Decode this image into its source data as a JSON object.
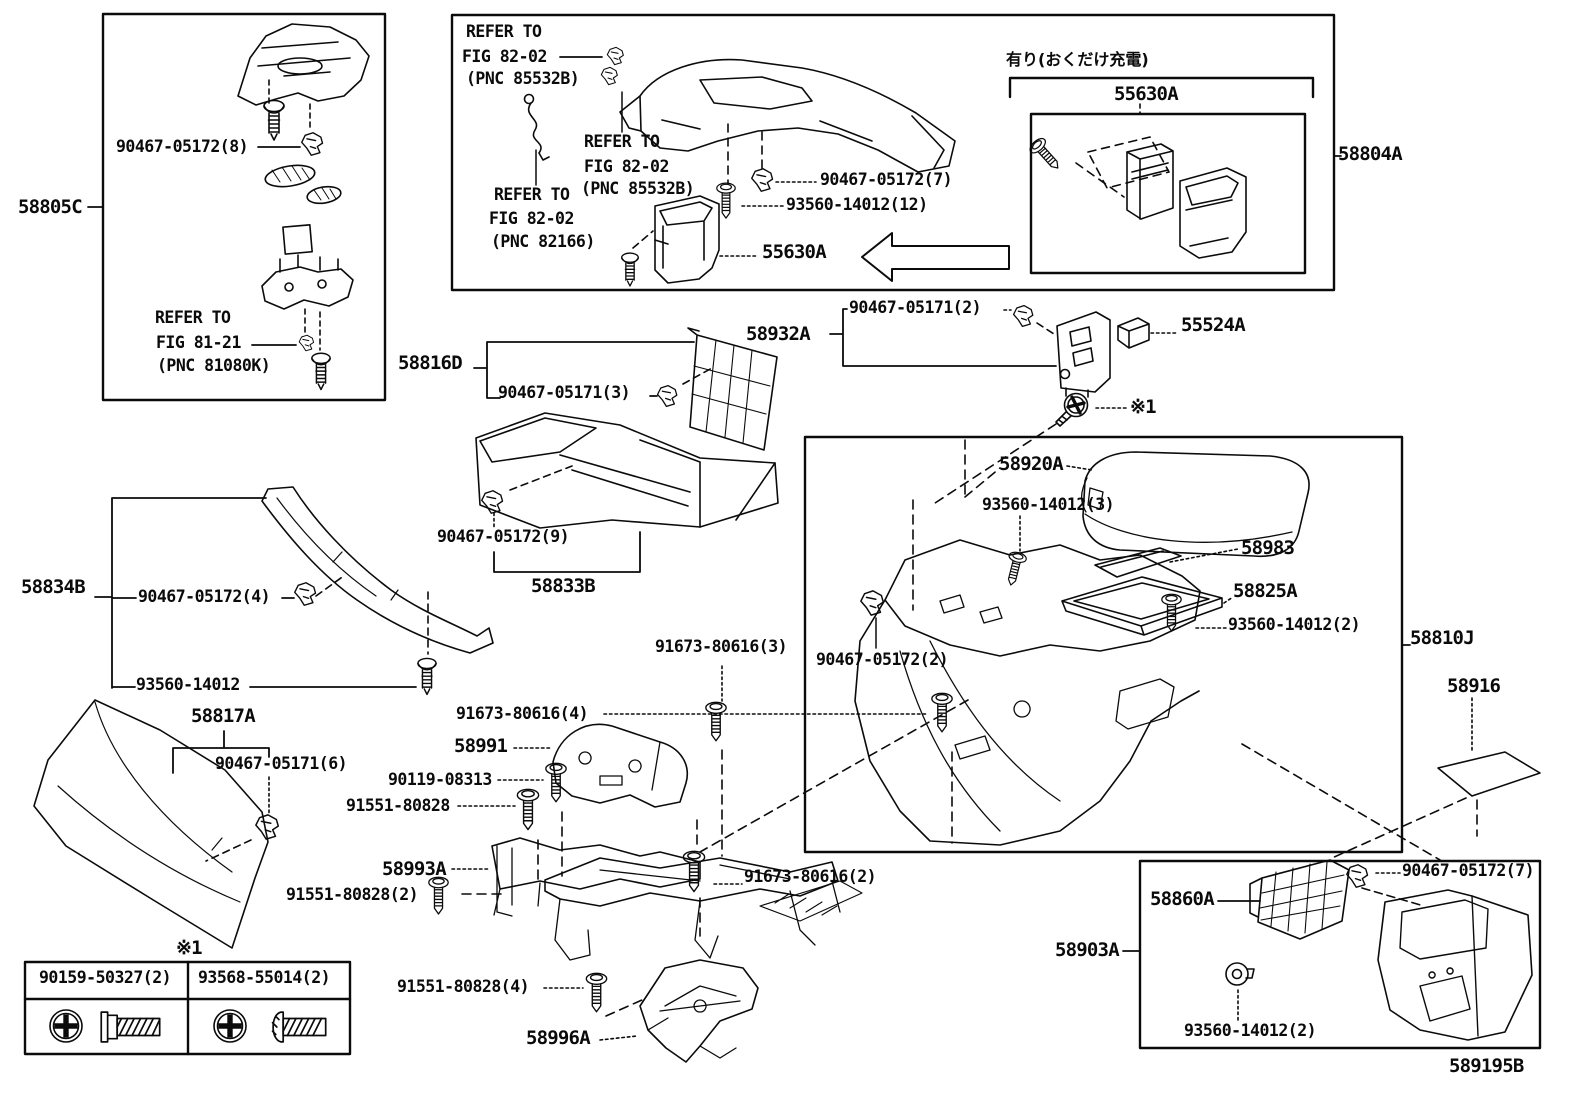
{
  "diagram": {
    "type": "exploded-parts-diagram",
    "subject": "console box and bracket",
    "drawing_number": "589195B",
    "labels": {
      "note_ja": "有り(おくだけ充電)",
      "ref1": "※1",
      "refer_to": "REFER TO",
      "fig_81_21": "FIG 81-21",
      "pnc_81080k": "(PNC 81080K)",
      "fig_82_02": "FIG 82-02",
      "pnc_85532b": "(PNC 85532B)",
      "pnc_82166": "(PNC 82166)",
      "p58805c": "58805C",
      "p90467_05172_8": "90467-05172(8)",
      "p90467_05172_7": "90467-05172(7)",
      "p93560_14012_12": "93560-14012(12)",
      "p55630a": "55630A",
      "p58804a": "58804A",
      "p58932a": "58932A",
      "p90467_05171_2": "90467-05171(2)",
      "p55524a": "55524A",
      "p58816d": "58816D",
      "p90467_05171_3": "90467-05171(3)",
      "p90467_05172_9": "90467-05172(9)",
      "p58833b": "58833B",
      "p58834b": "58834B",
      "p90467_05172_4": "90467-05172(4)",
      "p93560_14012": "93560-14012",
      "p58817a": "58817A",
      "p90467_05171_6": "90467-05171(6)",
      "p58920a": "58920A",
      "p93560_14012_3": "93560-14012(3)",
      "p58983": "58983",
      "p58825a": "58825A",
      "p93560_14012_2": "93560-14012(2)",
      "p58810j": "58810J",
      "p58916": "58916",
      "p90467_05172_2": "90467-05172(2)",
      "p91673_80616_3": "91673-80616(3)",
      "p91673_80616_4": "91673-80616(4)",
      "p58991": "58991",
      "p90119_08313": "90119-08313",
      "p91551_80828": "91551-80828",
      "p58993a": "58993A",
      "p91551_80828_2": "91551-80828(2)",
      "p91673_80616_2": "91673-80616(2)",
      "p91551_80828_4": "91551-80828(4)",
      "p58996a": "58996A",
      "p90159_50327_2": "90159-50327(2)",
      "p93568_55014_2": "93568-55014(2)",
      "p58860a": "58860A",
      "p58903a": "58903A"
    }
  }
}
